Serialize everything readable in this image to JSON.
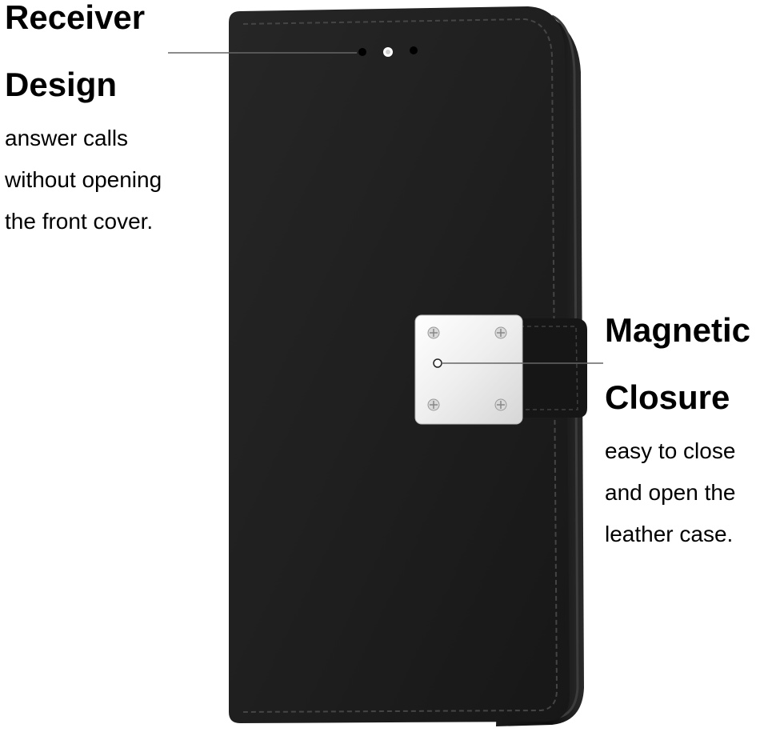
{
  "receiver_callout": {
    "title_lines": [
      "Receiver",
      "Design"
    ],
    "description_lines": [
      "answer calls",
      "without opening",
      "the front cover."
    ]
  },
  "closure_callout": {
    "title_lines": [
      "Magnetic",
      "Closure"
    ],
    "description_lines": [
      "easy to close",
      "and open the",
      "leather case."
    ]
  },
  "colors": {
    "case_leather": "#1e1e1e",
    "case_edge": "#0d0d0d",
    "stitching": "#3a3a3a",
    "clasp_metal": "#f2f2f2",
    "leader_line": "#555555"
  },
  "icons": {
    "receiver_holes": "receiver-holes-icon",
    "magnetic_clasp": "magnetic-clasp-icon",
    "clasp_screw": "screw-icon"
  }
}
